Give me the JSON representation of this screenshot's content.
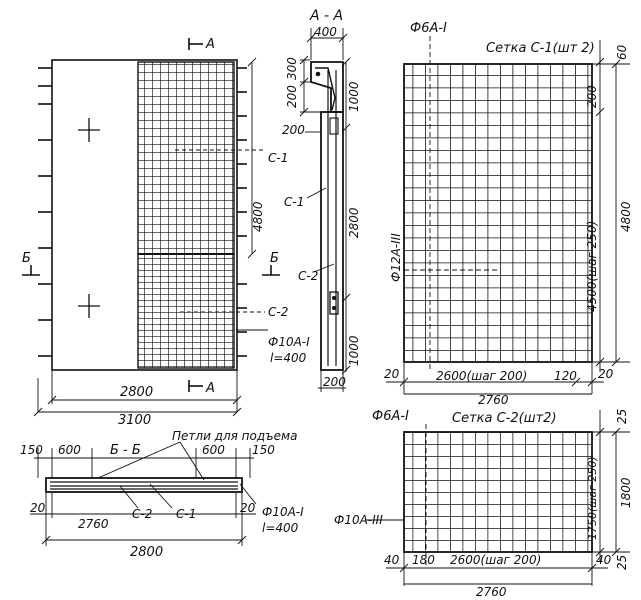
{
  "drawing": {
    "sec_aa_mark": "А",
    "sec_aa_title": "А - А",
    "sec_bb_mark": "Б",
    "sec_bb_title": "Б - Б",
    "panel": {
      "w_2800": "2800",
      "w_3100": "3100",
      "h_4800": "4800",
      "lbl_c1": "С-1",
      "lbl_c2": "С-2",
      "bar_note": "Ф10А-I",
      "bar_len": "l=400"
    },
    "section_aa": {
      "w_400": "400",
      "d_300": "300",
      "d_200a": "200",
      "d_200b": "200",
      "d_1000a": "1000",
      "d_2800": "2800",
      "d_1000b": "1000",
      "bottom_200": "200",
      "lbl_c1": "С-1",
      "lbl_c2": "С-2"
    },
    "section_bb": {
      "title_loops": "Петли для подъема",
      "d_150a": "150",
      "d_600a": "600",
      "d_600b": "600",
      "d_150b": "150",
      "d_20a": "20",
      "d_2760": "2760",
      "d_20b": "20",
      "d_2800": "2800",
      "lbl_c2": "С-2",
      "lbl_c1": "С-1",
      "bar_note": "Ф10А-I",
      "bar_len": "l=400"
    },
    "mesh1": {
      "title": "Сетка С-1(шт 2)",
      "top_bar": "Ф6А-I",
      "side_bar": "Ф12А-III",
      "d_60": "60",
      "d_200": "200",
      "d_4500": "4500(шаг 250)",
      "d_4800": "4800",
      "d_20l": "20",
      "d_2600": "2600(шаг 200)",
      "d_120": "120",
      "d_20r": "20",
      "d_2760": "2760"
    },
    "mesh2": {
      "title": "Сетка С-2(шт2)",
      "top_bar": "Ф6А-I",
      "side_bar": "Ф10А-III",
      "d_25a": "25",
      "d_1750": "1750(шаг 250)",
      "d_1800": "1800",
      "d_25b": "25",
      "d_40l": "40",
      "d_180": "180",
      "d_2600": "2600(шаг 200)",
      "d_40r": "40",
      "d_2760": "2760"
    }
  }
}
